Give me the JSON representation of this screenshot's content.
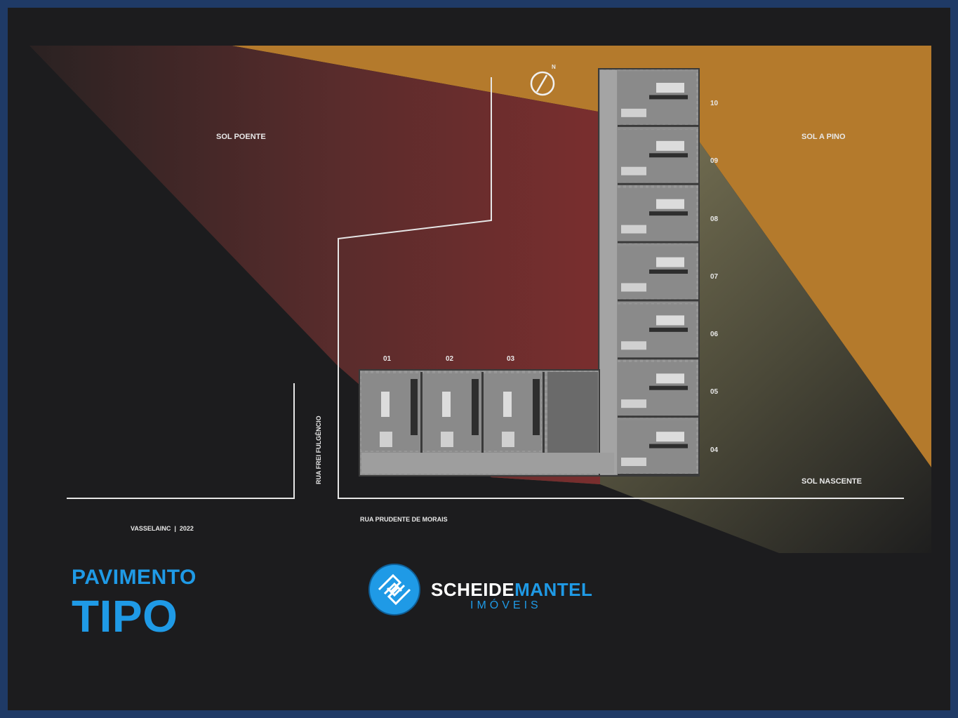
{
  "labels": {
    "sol_poente": "SOL POENTE",
    "sol_a_pino": "SOL A PINO",
    "sol_nascente": "SOL NASCENTE",
    "north": "N",
    "street_vertical": "RUA FREI FULGÊNCIO",
    "street_bottom": "RUA PRUDENTE DE MORAIS",
    "credit": "VASSELAINC  |  2022"
  },
  "units_bottom": [
    "01",
    "02",
    "03"
  ],
  "units_tower": [
    "10",
    "09",
    "08",
    "07",
    "06",
    "05",
    "04"
  ],
  "caption": {
    "line1": "PAVIMENTO",
    "line2": "TIPO"
  },
  "logo": {
    "name_a": "SCHEIDE",
    "name_b": "MANTEL",
    "sub": "IMÓVEIS"
  },
  "colors": {
    "background": "#1c1c1e",
    "frame": "#1f3a66",
    "sun_afternoon": "#7a2e2e",
    "sun_noon": "#b47a2c",
    "sun_morning": "#6e6a52",
    "accent": "#1f9ae6"
  }
}
